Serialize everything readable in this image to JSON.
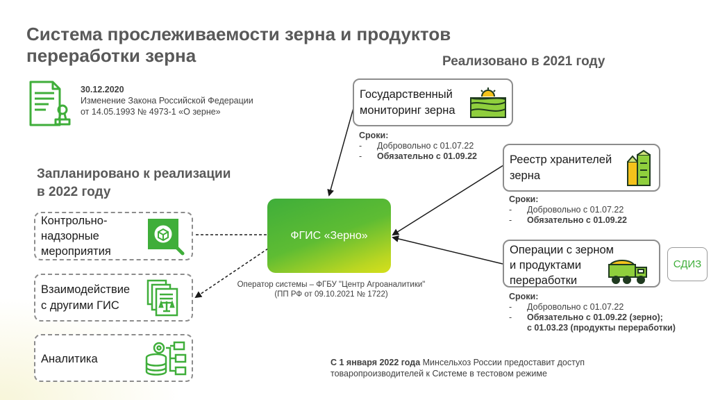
{
  "title_line1": "Система прослеживаемости зерна и продуктов",
  "title_line2": "переработки зерна",
  "heading_realized": "Реализовано в 2021 году",
  "heading_planned_line1": "Запланировано к реализации",
  "heading_planned_line2": "в 2022 году",
  "law": {
    "date": "30.12.2020",
    "line1": "Изменение Закона Российской Федерации",
    "line2": "от 14.05.1993 № 4973-1 «О зерне»"
  },
  "center": {
    "label": "ФГИС «Зерно»",
    "operator_line1": "Оператор системы – ФГБУ \"Центр Агроаналитики\"",
    "operator_line2": "(ПП РФ от 09.10.2021 № 1722)"
  },
  "realized": [
    {
      "line1": "Государственный",
      "line2": "мониторинг зерна",
      "terms_head": "Сроки:",
      "dash": "-",
      "t1": "Добровольно с 01.07.22",
      "t2": "Обязательно с 01.09.22",
      "icon": "field-sun-icon"
    },
    {
      "line1": "Реестр хранителей",
      "line2": "зерна",
      "terms_head": "Сроки:",
      "dash": "-",
      "t1": "Добровольно с 01.07.22",
      "t2": "Обязательно с 01.09.22",
      "icon": "grain-silo-icon"
    },
    {
      "line1": "Операции с зерном",
      "line2": "и продуктами",
      "line3": "переработки",
      "terms_head": "Сроки:",
      "dash": "-",
      "t1": "Добровольно с 01.07.22",
      "t2": "Обязательно с 01.09.22 (зерно);",
      "t3": "с 01.03.23 (продукты переработки)",
      "icon": "grain-truck-icon"
    }
  ],
  "sdiz_label": "СДИЗ",
  "planned": [
    {
      "line1": "Контрольно-",
      "line2": "надзорные",
      "line3": "мероприятия",
      "icon": "inspection-magnifier-icon"
    },
    {
      "line1": "Взаимодействие",
      "line2": "с другими ГИС",
      "icon": "documents-scales-icon"
    },
    {
      "line1": "Аналитика",
      "icon": "analytics-database-icon"
    }
  ],
  "note": {
    "bold": "С 1 января 2022 года",
    "rest_line1": " Минсельхоз России предоставит доступ",
    "line2": "товаропроизводителей к Системе в тестовом режиме"
  },
  "colors": {
    "accent_green": "#3fae3a",
    "gradient_yellow": "#d6e01b",
    "title_gray": "#595959",
    "icon_dark": "#1f3a1f"
  }
}
